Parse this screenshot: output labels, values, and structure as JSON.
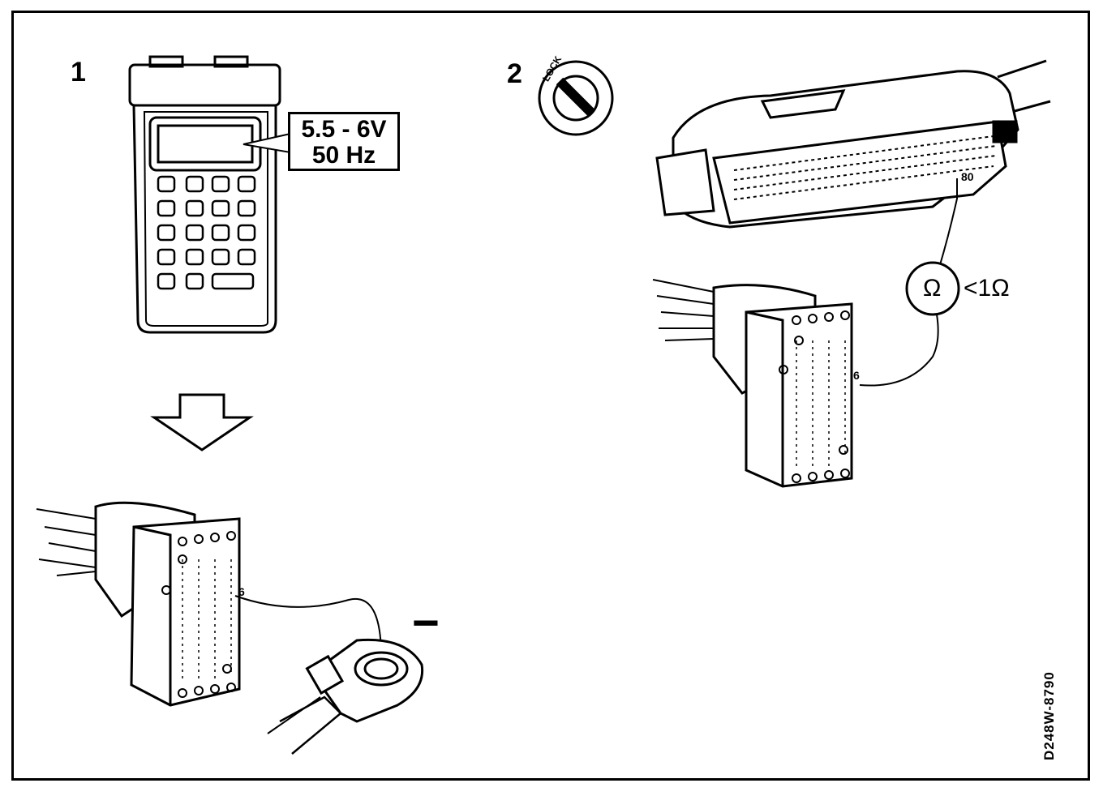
{
  "steps": {
    "step1": "1",
    "step2": "2"
  },
  "tester": {
    "voltage": "5.5 - 6V",
    "frequency": "50 Hz"
  },
  "ignition": {
    "lock_label": "LOCK"
  },
  "connections": {
    "pin_6_left": "6",
    "pin_6_right": "6",
    "pin_80": "80",
    "ground_symbol": "−"
  },
  "meter": {
    "symbol": "Ω",
    "reading": "<1Ω"
  },
  "figure_code": "D248W-8790"
}
